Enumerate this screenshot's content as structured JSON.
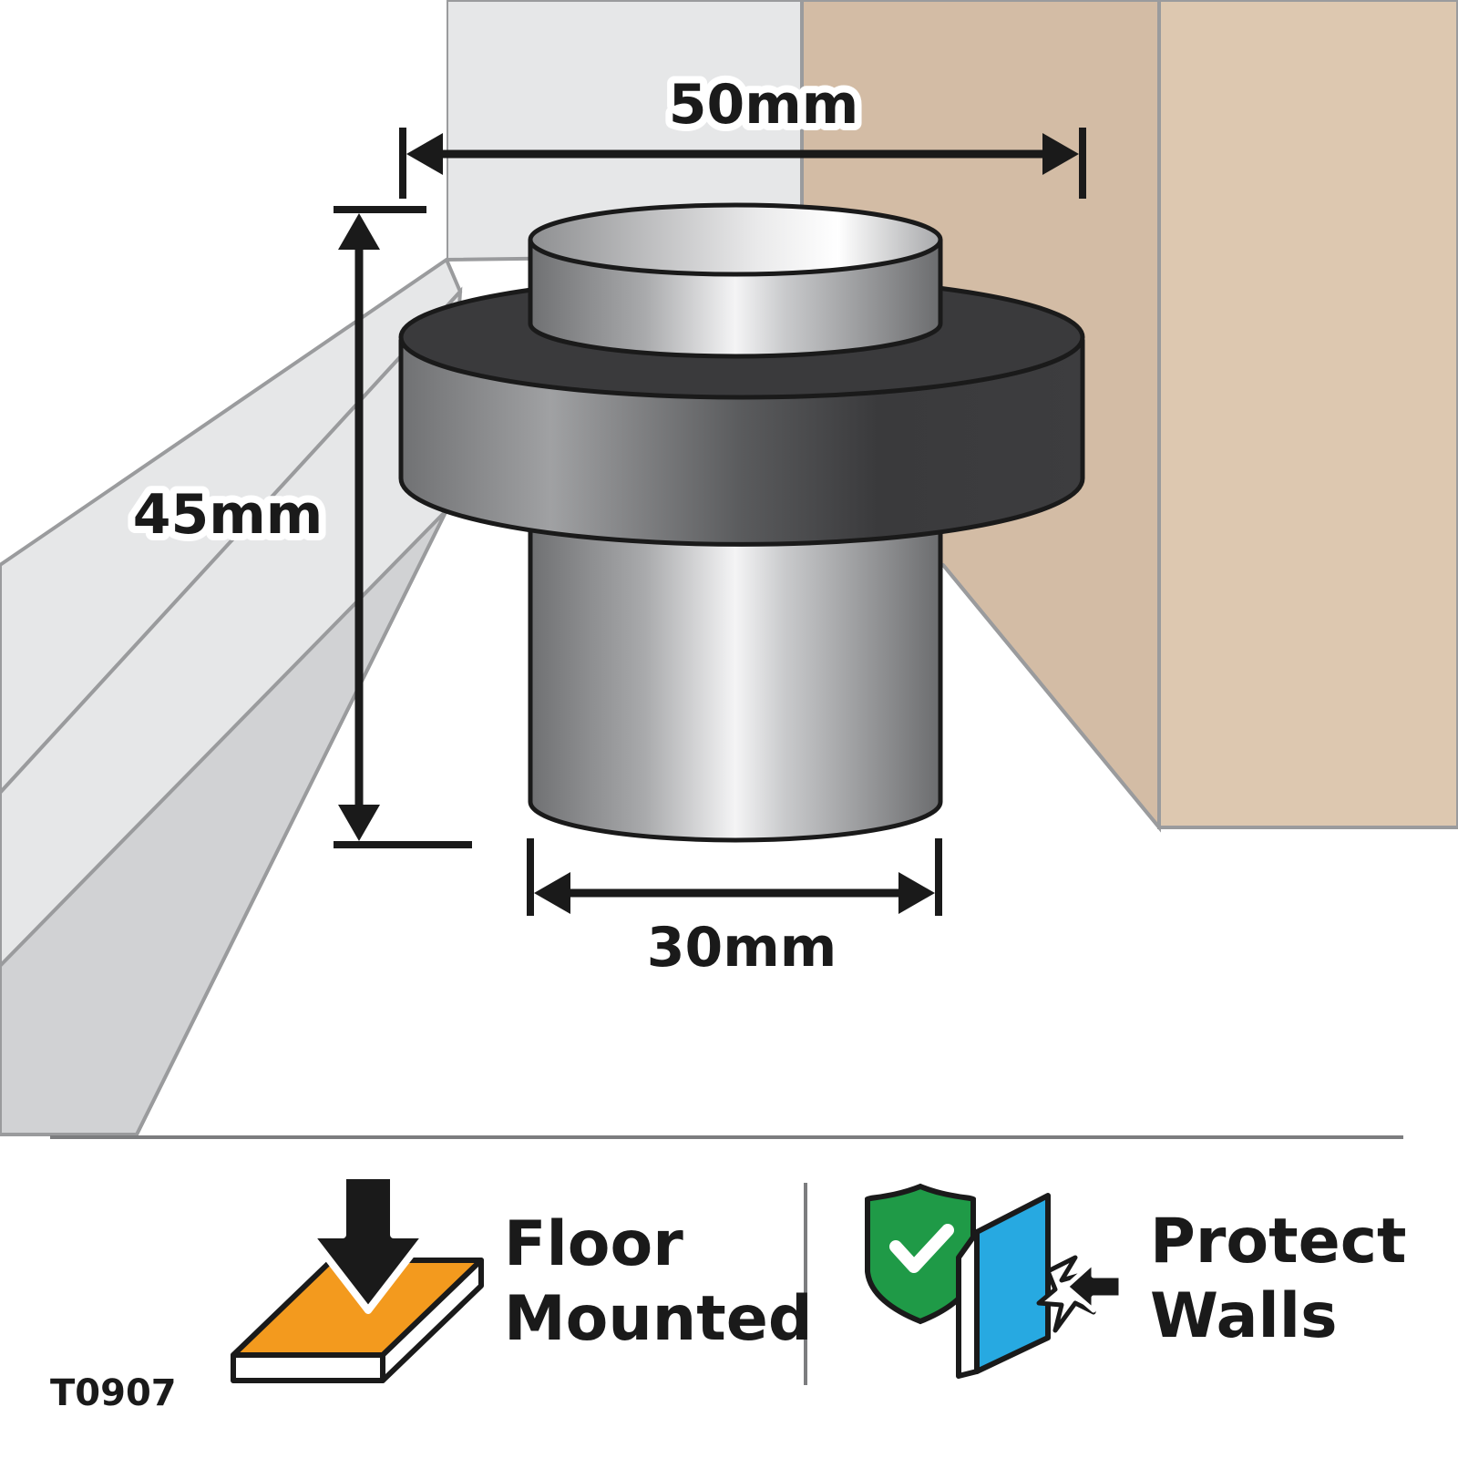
{
  "dimensions": {
    "overall_width": "50mm",
    "height": "45mm",
    "base_diameter": "30mm"
  },
  "features": [
    {
      "line1": "Floor",
      "line2": "Mounted",
      "icon": "floor-mount-icon"
    },
    {
      "line1": "Protect",
      "line2": "Walls",
      "icon": "shield-check-icon"
    }
  ],
  "product_code": "T0907",
  "colors": {
    "floor": "#ffffff",
    "wall_light": "#e6e7e8",
    "wall_mid": "#d1d2d4",
    "door_edge": "#d3bca5",
    "door_face": "#ddc8b0",
    "rubber_dark": "#3a3a3c",
    "steel": "#b7b8ba",
    "accent_orange": "#f39a1e",
    "accent_green": "#1f9a47",
    "accent_blue": "#27a9e1"
  }
}
